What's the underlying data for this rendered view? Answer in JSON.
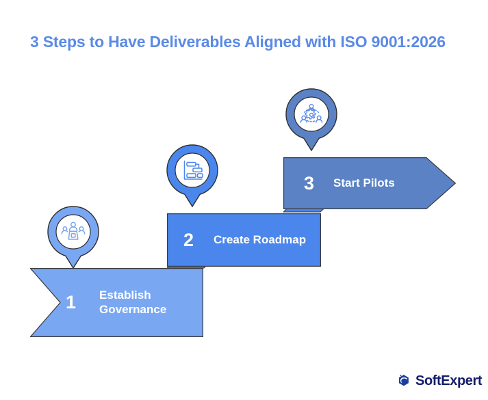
{
  "title": "3 Steps to Have Deliverables Aligned with ISO 9001:2026",
  "colors": {
    "title": "#5b8ae6",
    "step1": "#7aa7f2",
    "step2": "#4a86ec",
    "step3": "#5b82c4",
    "step1_fold": "#4a86ec",
    "step2_fold": "#4a86ec",
    "outline": "#3a3a3a",
    "pin_inner": "#ffffff",
    "logo_text": "#131c6b",
    "logo_mark": "#1b3fa0",
    "background": "#ffffff"
  },
  "steps": [
    {
      "number": "1",
      "label": "Establish\nGovernance",
      "label_line1": "Establish",
      "label_line2": "Governance",
      "color": "#7aa7f2",
      "icon": "governance-people-podium-icon"
    },
    {
      "number": "2",
      "label": "Create Roadmap",
      "label_line1": "Create Roadmap",
      "label_line2": "",
      "color": "#4a86ec",
      "icon": "roadmap-gantt-chart-icon"
    },
    {
      "number": "3",
      "label": "Start Pilots",
      "label_line1": "Start Pilots",
      "label_line2": "",
      "color": "#5b82c4",
      "icon": "team-collaboration-gear-icon"
    }
  ],
  "logo": {
    "name": "SoftExpert",
    "mark": "softexpert-hexagon-swirl-icon"
  }
}
